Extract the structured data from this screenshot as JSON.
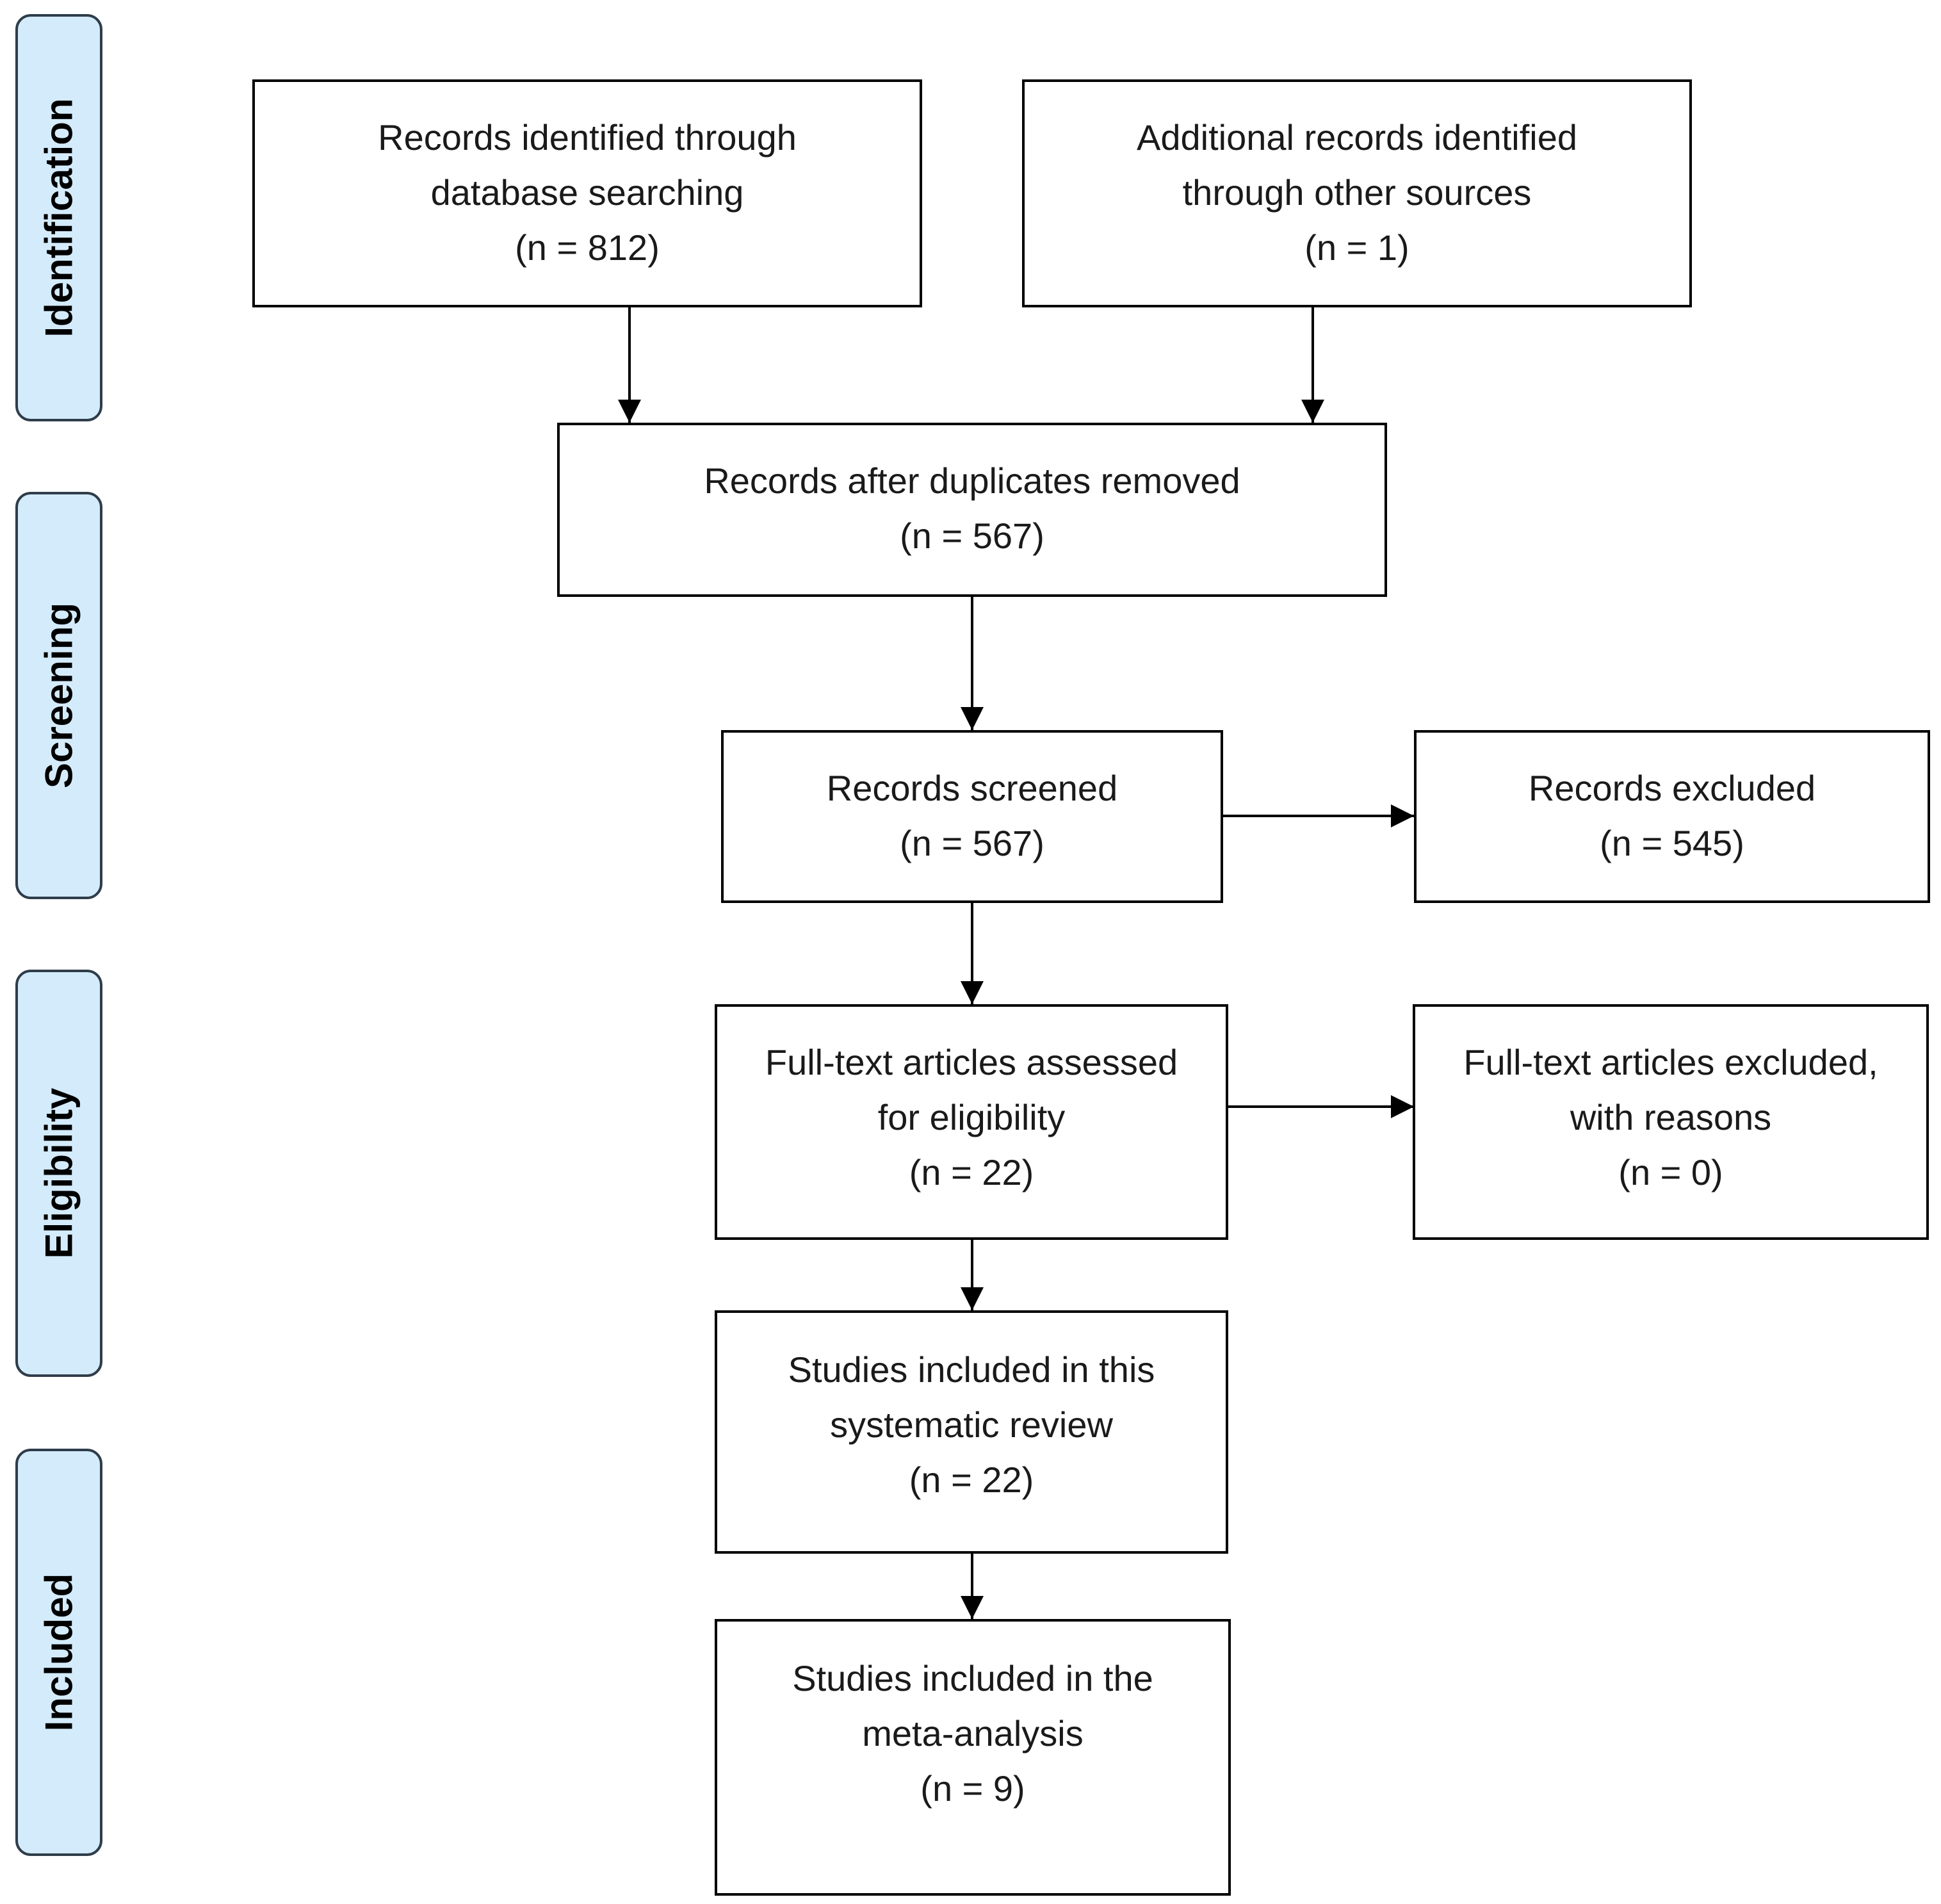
{
  "phases": {
    "identification": "Identification",
    "screening": "Screening",
    "eligibility": "Eligibility",
    "included": "Included"
  },
  "boxes": {
    "db_search": {
      "line1": "Records identified through",
      "line2": "database searching",
      "count": "(n = 812)"
    },
    "other_sources": {
      "line1": "Additional records identified",
      "line2": "through other sources",
      "count": "(n = 1)"
    },
    "dedup": {
      "line1": "Records after duplicates removed",
      "count": "(n = 567)"
    },
    "screened": {
      "line1": "Records screened",
      "count": "(n = 567)"
    },
    "excluded": {
      "line1": "Records excluded",
      "count": "(n = 545)"
    },
    "fulltext": {
      "line1": "Full-text articles assessed",
      "line2": "for eligibility",
      "count": "(n = 22)"
    },
    "fulltext_excluded": {
      "line1": "Full-text articles excluded,",
      "line2": "with reasons",
      "count": "(n = 0)"
    },
    "review": {
      "line1": "Studies included in this",
      "line2": "systematic review",
      "count": "(n = 22)"
    },
    "meta": {
      "line1": "Studies included in the",
      "line2": "meta-analysis",
      "count": "(n = 9)"
    }
  }
}
